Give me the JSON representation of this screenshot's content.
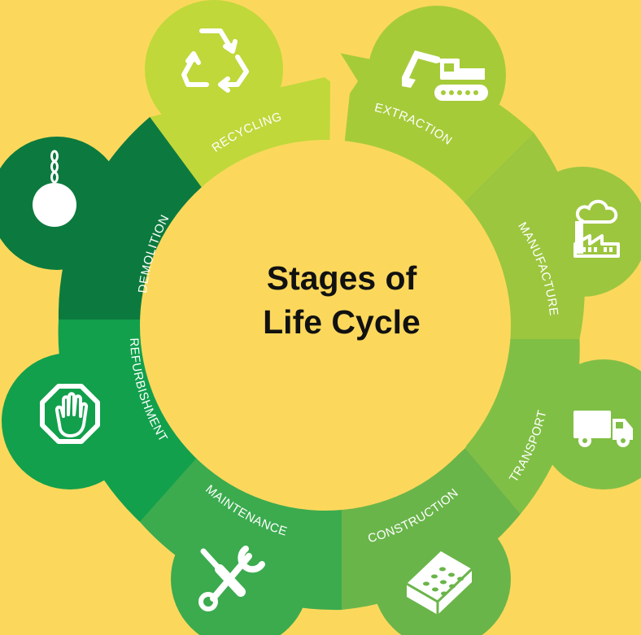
{
  "title_lines": [
    "Stages of",
    "Life Cycle"
  ],
  "colors": {
    "background": "#fbd85c",
    "icon": "#ffffff",
    "text": "#111111"
  },
  "stages": [
    {
      "key": "extraction",
      "label": "EXTRACTION",
      "icon": "excavator-icon",
      "color": "#a6cb39"
    },
    {
      "key": "manufacture",
      "label": "MANUFACTURE",
      "icon": "factory-icon",
      "color": "#9cc63e"
    },
    {
      "key": "transport",
      "label": "TRANSPORT",
      "icon": "truck-icon",
      "color": "#80bf45"
    },
    {
      "key": "construction",
      "label": "CONSTRUCTION",
      "icon": "brick-icon",
      "color": "#6ab54a"
    },
    {
      "key": "maintenance",
      "label": "MAINTENANCE",
      "icon": "tools-icon",
      "color": "#3bab4e"
    },
    {
      "key": "refurbishment",
      "label": "REFURBISHMENT",
      "icon": "stop-hand-icon",
      "color": "#12a04c"
    },
    {
      "key": "demolition",
      "label": "DEMOLITION",
      "icon": "wrecking-ball-icon",
      "color": "#0c7a3e"
    },
    {
      "key": "recycling",
      "label": "RECYCLING",
      "icon": "recycle-icon",
      "color": "#c0d83a"
    }
  ]
}
